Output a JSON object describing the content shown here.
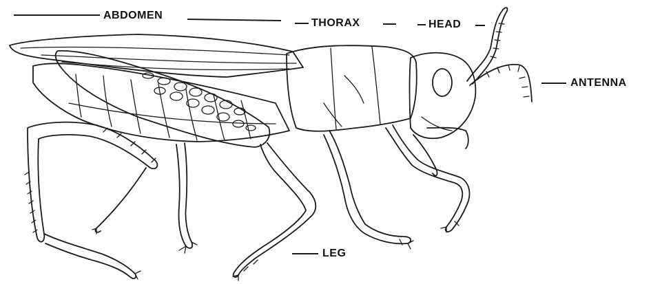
{
  "diagram": {
    "labels": {
      "abdomen": "ABDOMEN",
      "thorax": "THORAX",
      "head": "HEAD",
      "antenna": "ANTENNA",
      "leg": "LEG"
    },
    "ink_color": "#1a1a1a",
    "background": "#ffffff"
  }
}
